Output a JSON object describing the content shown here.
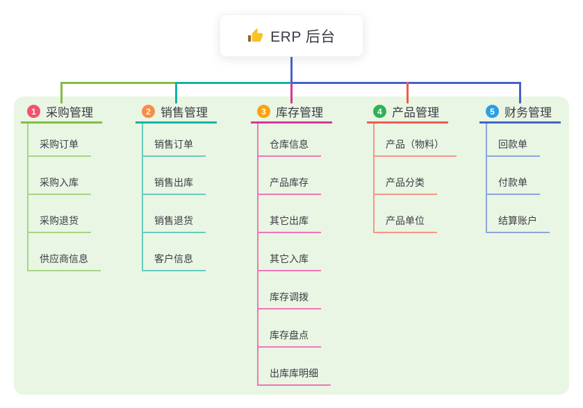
{
  "root": {
    "label": "ERP 后台",
    "icon": "thumbs-up"
  },
  "connector": {
    "root_line_color": "#4f5ec7"
  },
  "panel": {
    "background": "#e9f6e3"
  },
  "branches": [
    {
      "num": "1",
      "label": "采购管理",
      "badge_color": "#f4516c",
      "line_color": "#83bd43",
      "child_line_color": "#a6d487",
      "children": [
        "采购订单",
        "采购入库",
        "采购退货",
        "供应商信息"
      ]
    },
    {
      "num": "2",
      "label": "销售管理",
      "badge_color": "#fb8c48",
      "line_color": "#14b2a6",
      "child_line_color": "#66cbc0",
      "children": [
        "销售订单",
        "销售出库",
        "销售退货",
        "客户信息"
      ]
    },
    {
      "num": "3",
      "label": "库存管理",
      "badge_color": "#fba412",
      "line_color": "#da3598",
      "child_line_color": "#f075ba",
      "children": [
        "仓库信息",
        "产品库存",
        "其它出库",
        "其它入库",
        "库存调拨",
        "库存盘点",
        "出库库明细"
      ]
    },
    {
      "num": "4",
      "label": "产品管理",
      "badge_color": "#2fb156",
      "line_color": "#f05a50",
      "child_line_color": "#f6958c",
      "children": [
        "产品（物料）",
        "产品分类",
        "产品单位"
      ]
    },
    {
      "num": "5",
      "label": "财务管理",
      "badge_color": "#2c9fe0",
      "line_color": "#4561c8",
      "child_line_color": "#8ba5dc",
      "children": [
        "回款单",
        "付款单",
        "结算账户"
      ]
    }
  ]
}
